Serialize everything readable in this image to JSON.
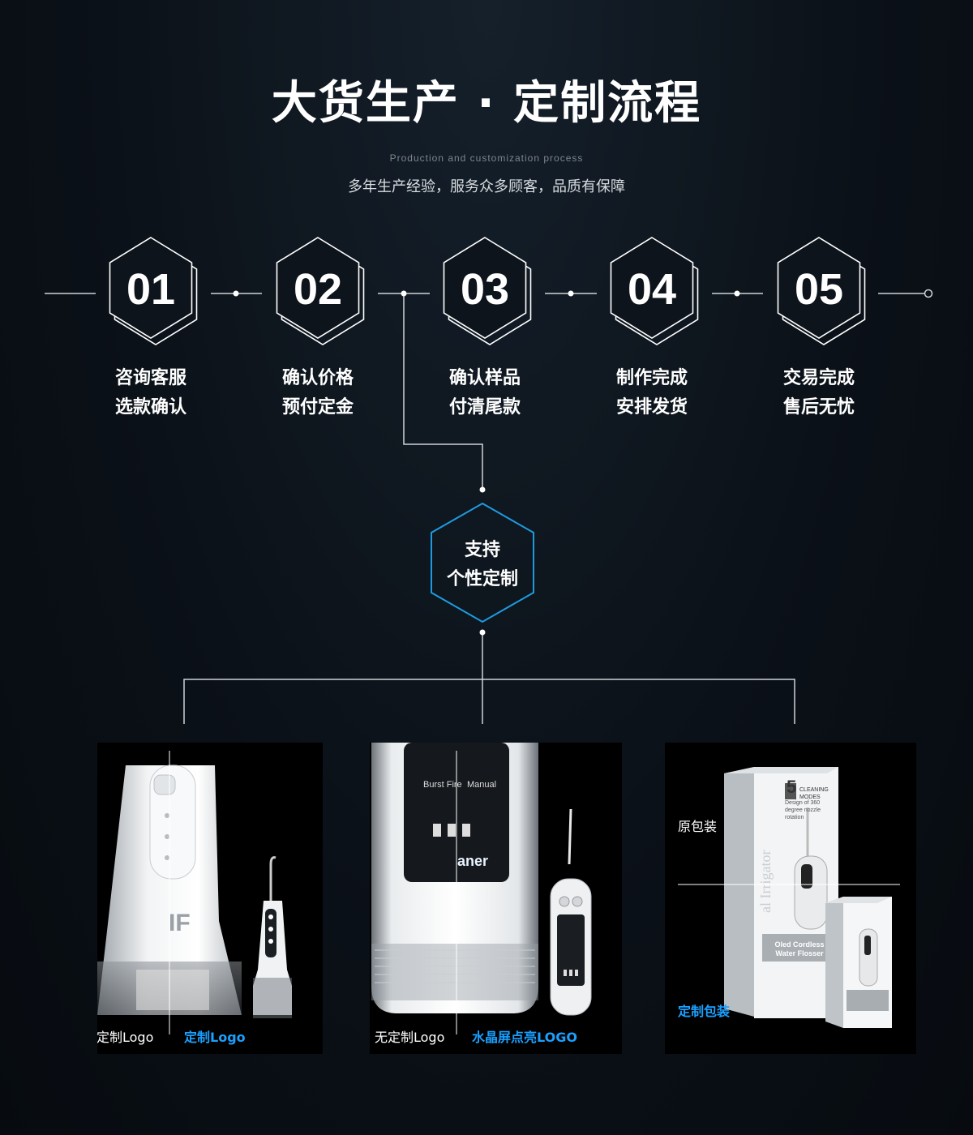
{
  "header": {
    "title": "大货生产 · 定制流程",
    "subtitle_en": "Production and customization process",
    "subtitle_cn": "多年生产经验，服务众多顾客，品质有保障"
  },
  "steps": [
    {
      "num": "01",
      "line1": "咨询客服",
      "line2": "选款确认"
    },
    {
      "num": "02",
      "line1": "确认价格",
      "line2": "预付定金"
    },
    {
      "num": "03",
      "line1": "确认样品",
      "line2": "付清尾款"
    },
    {
      "num": "04",
      "line1": "制作完成",
      "line2": "安排发货"
    },
    {
      "num": "05",
      "line1": "交易完成",
      "line2": "售后无忧"
    }
  ],
  "center": {
    "line1": "支持",
    "line2": "个性定制"
  },
  "panels": [
    {
      "left_caption": "无定制Logo",
      "right_caption": "定制Logo",
      "logo_text": "IF"
    },
    {
      "left_caption": "无定制Logo",
      "right_caption": "水晶屏点亮LOGO",
      "mode1": "Burst Fire",
      "mode2": "Manual",
      "brand": "aner"
    },
    {
      "top_caption": "原包装",
      "bottom_caption": "定制包装",
      "box_title": "Oled Cordless Water Flosser",
      "modes_num": "5",
      "modes_text": "CLEANING MODES",
      "design_text": "Design of 360 degree nozzle rotation"
    }
  ],
  "colors": {
    "accent": "#1aa0ff",
    "hex_outline": "#ffffff",
    "center_hex": "#1e9be0"
  }
}
